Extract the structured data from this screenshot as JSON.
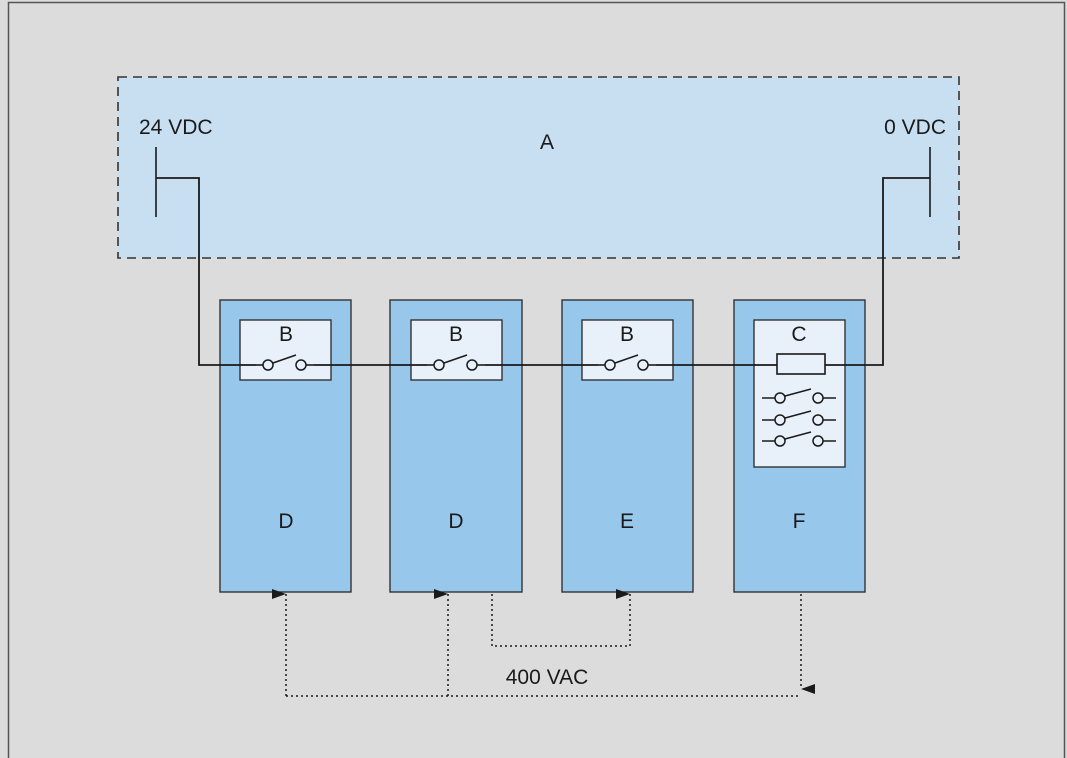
{
  "colors": {
    "background": "#dcdcdc",
    "frame_border": "#555555",
    "supply_fill": "#c8dff2",
    "module_fill": "#97c7ea",
    "inner_fill": "#e8f1f9",
    "line": "#1a1a1a"
  },
  "supply": {
    "label": "A",
    "positive_label": "24 VDC",
    "negative_label": "0 VDC"
  },
  "modules": [
    {
      "id": "m1",
      "top_label": "B",
      "bottom_label": "D",
      "kind": "switch"
    },
    {
      "id": "m2",
      "top_label": "B",
      "bottom_label": "D",
      "kind": "switch"
    },
    {
      "id": "m3",
      "top_label": "B",
      "bottom_label": "E",
      "kind": "switch"
    },
    {
      "id": "m4",
      "top_label": "C",
      "bottom_label": "F",
      "kind": "relay"
    }
  ],
  "power": {
    "label": "400 VAC"
  }
}
